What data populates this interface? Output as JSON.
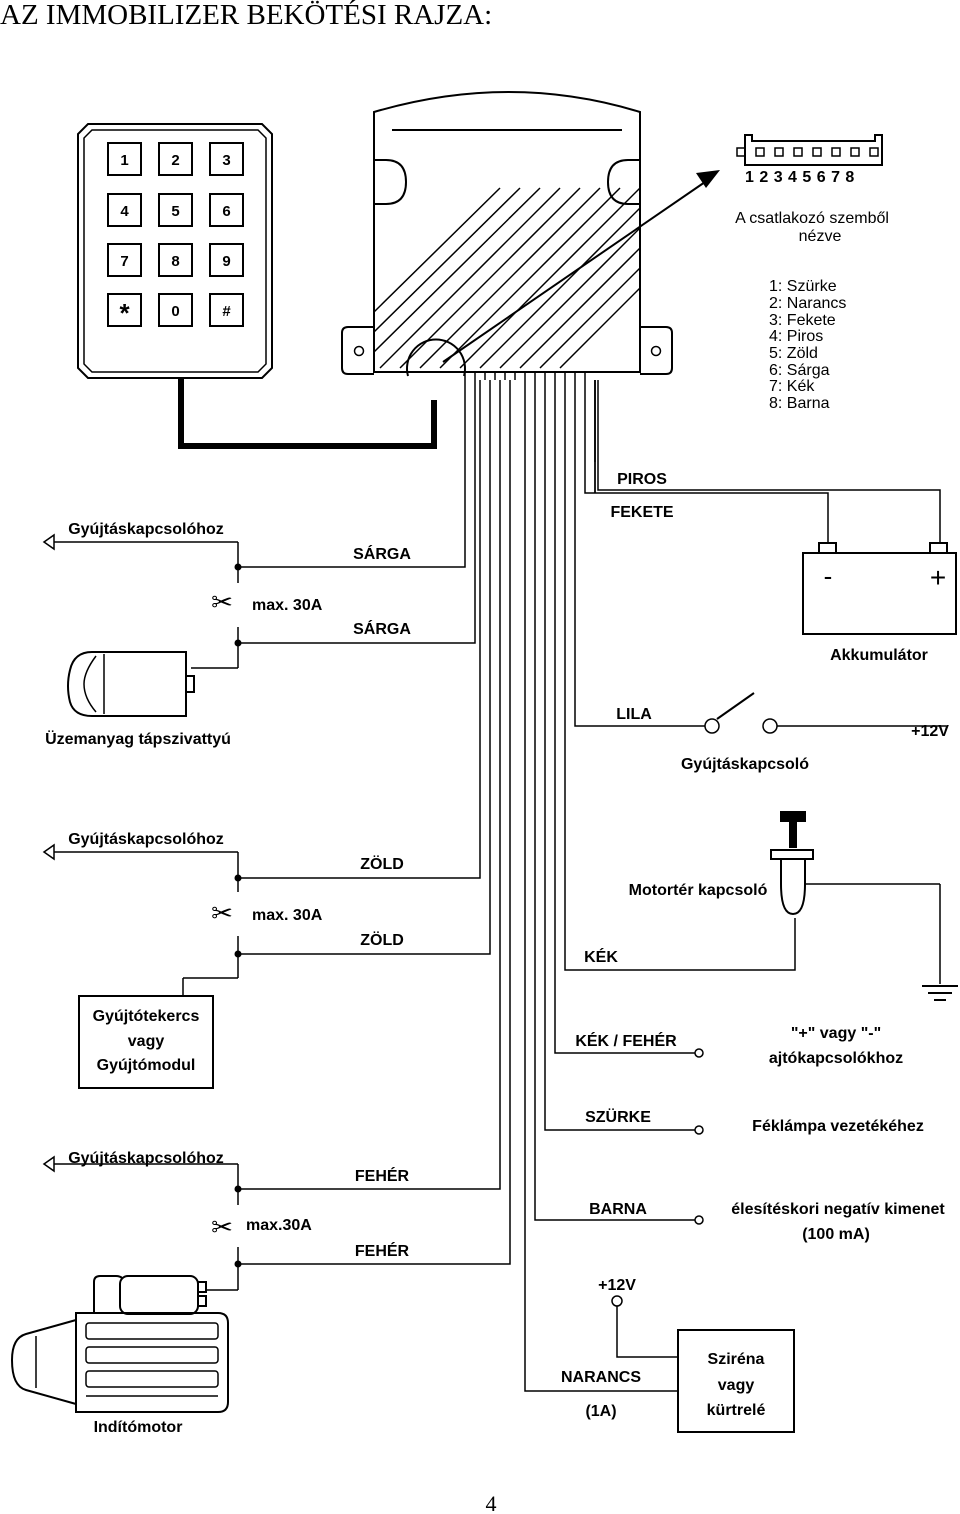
{
  "title": "AZ IMMOBILIZER BEKÖTÉSI RAJZA:",
  "page_number": "4",
  "keypad": {
    "keys": [
      "1",
      "2",
      "3",
      "4",
      "5",
      "6",
      "7",
      "8",
      "9",
      "*",
      "0",
      "#"
    ]
  },
  "connector": {
    "pin_numbers": "1 2 3 4 5 6 7 8",
    "caption_line1": "A csatlakozó szemből",
    "caption_line2": "nézve",
    "pins": [
      "1: Szürke",
      "2: Narancs",
      "3: Fekete",
      "4: Piros",
      "5: Zöld",
      "6: Sárga",
      "7: Kék",
      "8: Barna"
    ]
  },
  "labels": {
    "ignition_to_1": "Gyújtáskapcsolóhoz",
    "ignition_to_2": "Gyújtáskapcsolóhoz",
    "ignition_to_3": "Gyújtáskapcsolóhoz",
    "max30a_1": "max. 30A",
    "max30a_2": "max. 30A",
    "max30a_3": "max.30A",
    "sarga_top": "SÁRGA",
    "sarga_bottom": "SÁRGA",
    "zold_top": "ZÖLD",
    "zold_bottom": "ZÖLD",
    "feher_top": "FEHÉR",
    "feher_bottom": "FEHÉR",
    "piros": "PIROS",
    "fekete": "FEKETE",
    "battery_minus": "-",
    "battery_plus": "+",
    "battery": "Akkumulátor",
    "fuel_pump": "Üzemanyag tápszivattyú",
    "lila": "LILA",
    "plus12v_right": "+12V",
    "ignition_switch": "Gyújtáskapcsoló",
    "hood_switch": "Motortér kapcsoló",
    "kek": "KÉK",
    "coil_line1": "Gyújtótekercs",
    "coil_line2": "vagy",
    "coil_line3": "Gyújtómodul",
    "kek_feher": "KÉK / FEHÉR",
    "door_line1": "\"+\" vagy \"-\"",
    "door_line2": "ajtókapcsolókhoz",
    "szurke": "SZÜRKE",
    "brake_light": "Féklámpa vezetékéhez",
    "barna": "BARNA",
    "arm_line1": "élesítéskori negatív kimenet",
    "arm_line2": "(100 mA)",
    "plus12v_bottom": "+12V",
    "narancs": "NARANCS",
    "narancs_current": "(1A)",
    "siren_line1": "Sziréna",
    "siren_line2": "vagy",
    "siren_line3": "kürtrelé",
    "starter": "Indítómotor"
  }
}
